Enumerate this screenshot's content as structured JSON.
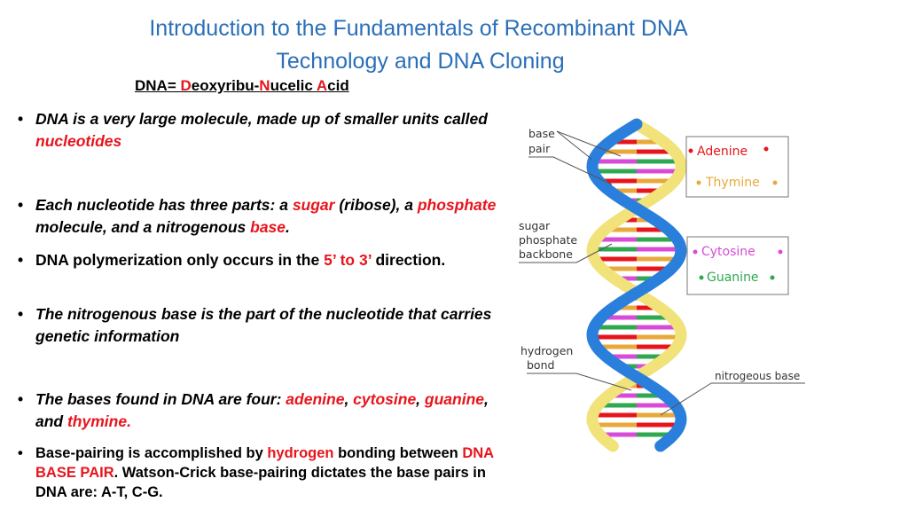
{
  "slide": {
    "title_line1": "Introduction to the Fundamentals of Recombinant DNA",
    "title_line2": "Technology and DNA Cloning",
    "subtitle": {
      "p1": "DNA= ",
      "d": "D",
      "p2": "eoxyribu-",
      "n": "N",
      "p3": "ucelic ",
      "a": "A",
      "p4": "cid"
    }
  },
  "bullets": [
    {
      "parts": [
        "DNA is a very large molecule, made up of smaller units called ",
        "nucleotides"
      ]
    },
    {
      "parts": [
        "Each nucleotide has three parts: a ",
        "sugar",
        " (ribose), a ",
        "phosphate",
        " molecule, and a nitrogenous ",
        "base",
        "."
      ]
    },
    {
      "parts": [
        "DNA polymerization only occurs in the ",
        "5’ to 3’",
        " direction."
      ]
    },
    {
      "parts": [
        "The nitrogenous base is the part of the nucleotide that carries genetic information"
      ]
    },
    {
      "parts": [
        "The bases found in DNA are four: ",
        "adenine",
        ", ",
        "cytosine",
        ", ",
        "guanine",
        ", and ",
        "thymine."
      ]
    },
    {
      "parts": [
        "Base-pairing is accomplished by ",
        "hydrogen",
        " bonding between ",
        "DNA BASE PAIR",
        ". Watson-Crick base-pairing dictates the base pairs in DNA are: A-T, C-G."
      ]
    }
  ],
  "diagram": {
    "labels": {
      "base_pair": "base pair",
      "sugar_backbone": "sugar phosphate backbone",
      "hydrogen_bond": "hydrogen bond",
      "nitro_base": "nitrogeous base"
    },
    "legend": {
      "adenine": "Adenine",
      "thymine": "Thymine",
      "cytosine": "Cytosine",
      "guanine": "Guanine"
    },
    "colors": {
      "adenine": "#e8141c",
      "thymine": "#e8a93a",
      "cytosine": "#d84bd8",
      "guanine": "#2fa84f",
      "backbone_blue": "#2a7fdc",
      "backbone_yellow": "#f2e27a",
      "red_text": "#e8141c",
      "title_blue": "#2a6fb8"
    }
  }
}
